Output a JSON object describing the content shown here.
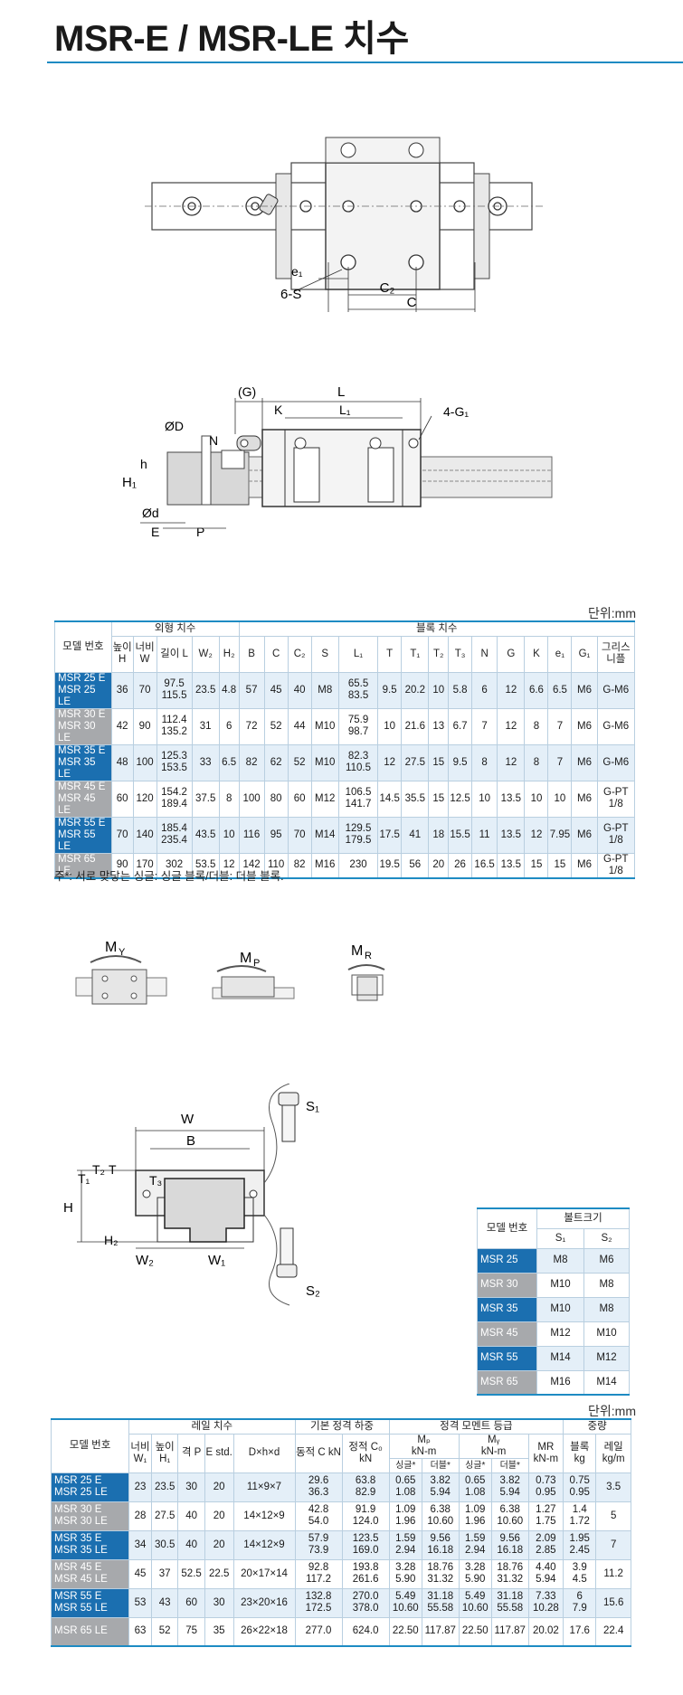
{
  "title": "MSR-E / MSR-LE 치수",
  "drawings": {
    "top": {
      "e1": "e₁",
      "s": "6-S",
      "c2": "C₂",
      "c": "C"
    },
    "side": {
      "g": "(G)",
      "l": "L",
      "k": "K",
      "l1": "L₁",
      "g1": "4-G₁",
      "n": "N",
      "d": "ØD",
      "h": "h",
      "h1": "H₁",
      "d_small": "Ød",
      "e": "E",
      "p": "P"
    },
    "moment": {
      "my": "M",
      "my_sub": "Y",
      "mp": "M",
      "mp_sub": "P",
      "mr": "M",
      "mr_sub": "R"
    },
    "front": {
      "w": "W",
      "b": "B",
      "t": "T",
      "t1": "T₁",
      "t2": "T₂",
      "t3": "T₃",
      "h": "H",
      "h2": "H₂",
      "w1": "W₁",
      "w2": "W₂",
      "s1": "S₁",
      "s2": "S₂"
    }
  },
  "unit_label": "단위:mm",
  "table1": {
    "group_headers": {
      "model": "모델 번호",
      "outer": "외형 치수",
      "block": "블록 치수"
    },
    "col_headers": [
      "높이 H",
      "너비 W",
      "길이 L",
      "W₂",
      "H₂",
      "B",
      "C",
      "C₂",
      "S",
      "L₁",
      "T",
      "T₁",
      "T₂",
      "T₃",
      "N",
      "G",
      "K",
      "e₁",
      "G₁",
      "그리스 니플"
    ],
    "rows": [
      {
        "models": [
          "MSR 25 E",
          "MSR 25 LE"
        ],
        "color": "blue",
        "values": [
          "36",
          "70",
          "97.5\n115.5",
          "23.5",
          "4.8",
          "57",
          "45",
          "40",
          "M8",
          "65.5\n83.5",
          "9.5",
          "20.2",
          "10",
          "5.8",
          "6",
          "12",
          "6.6",
          "6.5",
          "M6",
          "G-M6"
        ]
      },
      {
        "models": [
          "MSR 30 E",
          "MSR 30 LE"
        ],
        "color": "grey",
        "values": [
          "42",
          "90",
          "112.4\n135.2",
          "31",
          "6",
          "72",
          "52",
          "44",
          "M10",
          "75.9\n98.7",
          "10",
          "21.6",
          "13",
          "6.7",
          "7",
          "12",
          "8",
          "7",
          "M6",
          "G-M6"
        ]
      },
      {
        "models": [
          "MSR 35 E",
          "MSR 35 LE"
        ],
        "color": "blue",
        "values": [
          "48",
          "100",
          "125.3\n153.5",
          "33",
          "6.5",
          "82",
          "62",
          "52",
          "M10",
          "82.3\n110.5",
          "12",
          "27.5",
          "15",
          "9.5",
          "8",
          "12",
          "8",
          "7",
          "M6",
          "G-M6"
        ]
      },
      {
        "models": [
          "MSR 45 E",
          "MSR 45 LE"
        ],
        "color": "grey",
        "values": [
          "60",
          "120",
          "154.2\n189.4",
          "37.5",
          "8",
          "100",
          "80",
          "60",
          "M12",
          "106.5\n141.7",
          "14.5",
          "35.5",
          "15",
          "12.5",
          "10",
          "13.5",
          "10",
          "10",
          "M6",
          "G-PT\n1/8"
        ]
      },
      {
        "models": [
          "MSR 55 E",
          "MSR 55 LE"
        ],
        "color": "blue",
        "values": [
          "70",
          "140",
          "185.4\n235.4",
          "43.5",
          "10",
          "116",
          "95",
          "70",
          "M14",
          "129.5\n179.5",
          "17.5",
          "41",
          "18",
          "15.5",
          "11",
          "13.5",
          "12",
          "7.95",
          "M6",
          "G-PT\n1/8"
        ]
      },
      {
        "models": [
          "MSR 65 LE"
        ],
        "color": "grey",
        "values": [
          "90",
          "170",
          "302",
          "53.5",
          "12",
          "142",
          "110",
          "82",
          "M16",
          "230",
          "19.5",
          "56",
          "20",
          "26",
          "16.5",
          "13.5",
          "15",
          "15",
          "M6",
          "G-PT\n1/8"
        ]
      }
    ],
    "note": "주*: 서로 맞닿는 싱글: 싱글 블록/더블: 더블 블록."
  },
  "bolt_table": {
    "header_model": "모델 번호",
    "header_group": "볼트크기",
    "sub_headers": [
      "S₁",
      "S₂"
    ],
    "rows": [
      {
        "model": "MSR 25",
        "color": "blue",
        "s1": "M8",
        "s2": "M6"
      },
      {
        "model": "MSR 30",
        "color": "grey",
        "s1": "M10",
        "s2": "M8"
      },
      {
        "model": "MSR 35",
        "color": "blue",
        "s1": "M10",
        "s2": "M8"
      },
      {
        "model": "MSR 45",
        "color": "grey",
        "s1": "M12",
        "s2": "M10"
      },
      {
        "model": "MSR 55",
        "color": "blue",
        "s1": "M14",
        "s2": "M12"
      },
      {
        "model": "MSR 65",
        "color": "grey",
        "s1": "M16",
        "s2": "M14"
      }
    ]
  },
  "unit_label2": "단위:mm",
  "table2": {
    "group_headers": {
      "model": "모델 번호",
      "rail": "레일 치수",
      "basic": "기본 정격 하중",
      "moment": "정격 모멘트 등급",
      "weight": "중량"
    },
    "col_headers": [
      "너비 W₁",
      "높이 H₁",
      "격 P",
      "E std.",
      "D×h×d",
      "동적 C kN",
      "정적 C₀ kN",
      "Mp kN-m",
      "My kN-m",
      "MR kN-m",
      "블록 kg",
      "레일 kg/m"
    ],
    "sub_headers": {
      "mp": "Mₚ",
      "my": "Mᵧ",
      "kn": "kN-m",
      "single": "싱글*",
      "double": "더블*"
    },
    "rows": [
      {
        "models": [
          "MSR 25 E",
          "MSR 25 LE"
        ],
        "color": "blue",
        "values": [
          "23",
          "23.5",
          "30",
          "20",
          "11×9×7",
          "29.6\n36.3",
          "63.8\n82.9",
          "0.65\n1.08",
          "3.82\n5.94",
          "0.65\n1.08",
          "3.82\n5.94",
          "0.73\n0.95",
          "0.75\n0.95",
          "3.5"
        ]
      },
      {
        "models": [
          "MSR 30 E",
          "MSR 30 LE"
        ],
        "color": "grey",
        "values": [
          "28",
          "27.5",
          "40",
          "20",
          "14×12×9",
          "42.8\n54.0",
          "91.9\n124.0",
          "1.09\n1.96",
          "6.38\n10.60",
          "1.09\n1.96",
          "6.38\n10.60",
          "1.27\n1.75",
          "1.4\n1.72",
          "5"
        ]
      },
      {
        "models": [
          "MSR 35 E",
          "MSR 35 LE"
        ],
        "color": "blue",
        "values": [
          "34",
          "30.5",
          "40",
          "20",
          "14×12×9",
          "57.9\n73.9",
          "123.5\n169.0",
          "1.59\n2.94",
          "9.56\n16.18",
          "1.59\n2.94",
          "9.56\n16.18",
          "2.09\n2.85",
          "1.95\n2.45",
          "7"
        ]
      },
      {
        "models": [
          "MSR 45 E",
          "MSR 45 LE"
        ],
        "color": "grey",
        "values": [
          "45",
          "37",
          "52.5",
          "22.5",
          "20×17×14",
          "92.8\n117.2",
          "193.8\n261.6",
          "3.28\n5.90",
          "18.76\n31.32",
          "3.28\n5.90",
          "18.76\n31.32",
          "4.40\n5.94",
          "3.9\n4.5",
          "11.2"
        ]
      },
      {
        "models": [
          "MSR 55 E",
          "MSR 55 LE"
        ],
        "color": "blue",
        "values": [
          "53",
          "43",
          "60",
          "30",
          "23×20×16",
          "132.8\n172.5",
          "270.0\n378.0",
          "5.49\n10.60",
          "31.18\n55.58",
          "5.49\n10.60",
          "31.18\n55.58",
          "7.33\n10.28",
          "6\n7.9",
          "15.6"
        ]
      },
      {
        "models": [
          "MSR 65 LE"
        ],
        "color": "grey",
        "values": [
          "63",
          "52",
          "75",
          "35",
          "26×22×18",
          "277.0",
          "624.0",
          "22.50",
          "117.87",
          "22.50",
          "117.87",
          "20.02",
          "17.6",
          "22.4"
        ]
      }
    ]
  },
  "colors": {
    "accent": "#1e8bc3",
    "model_blue": "#1b6fb0",
    "model_grey": "#a7a9ac",
    "row_tint": "#e4eff8"
  }
}
